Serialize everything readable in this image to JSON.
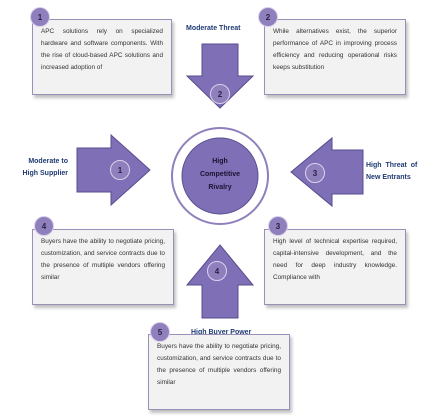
{
  "colors": {
    "arrow": "#7e6fb6",
    "arrow_dark": "#5a4d8e",
    "circle": "#7e6fb6",
    "box_bg": "#f2f2f2",
    "box_border": "#9b8fb7",
    "label": "#1f3b73"
  },
  "center": {
    "line1": "High",
    "line2": "Competitive",
    "line3": "Rivalry"
  },
  "forces": {
    "top": {
      "number": "2",
      "label": "Moderate Threat"
    },
    "left": {
      "number": "1",
      "label_line1": "Moderate to",
      "label_line2": "High Supplier"
    },
    "right": {
      "number": "3",
      "label_line1": "High  Threat  of",
      "label_line2": "New Entrants"
    },
    "bottom": {
      "number": "4",
      "label": "High Buyer Power"
    }
  },
  "boxes": [
    {
      "number": "1",
      "text": "APC solutions rely on specialized hardware and software components. With the rise of cloud-based APC solutions and increased adoption of"
    },
    {
      "number": "2",
      "text": "While alternatives exist, the superior performance of APC in improving process efficiency and reducing operational risks keeps substitution"
    },
    {
      "number": "3",
      "text": "High level of technical expertise required, capital-intensive development, and the need for deep industry knowledge. Compliance with"
    },
    {
      "number": "4",
      "text": "Buyers have the ability to negotiate pricing, customization, and service contracts due to the presence of multiple vendors offering similar"
    },
    {
      "number": "5",
      "text": "Buyers have the ability to negotiate pricing, customization, and service contracts due to the presence of multiple vendors offering similar"
    }
  ]
}
